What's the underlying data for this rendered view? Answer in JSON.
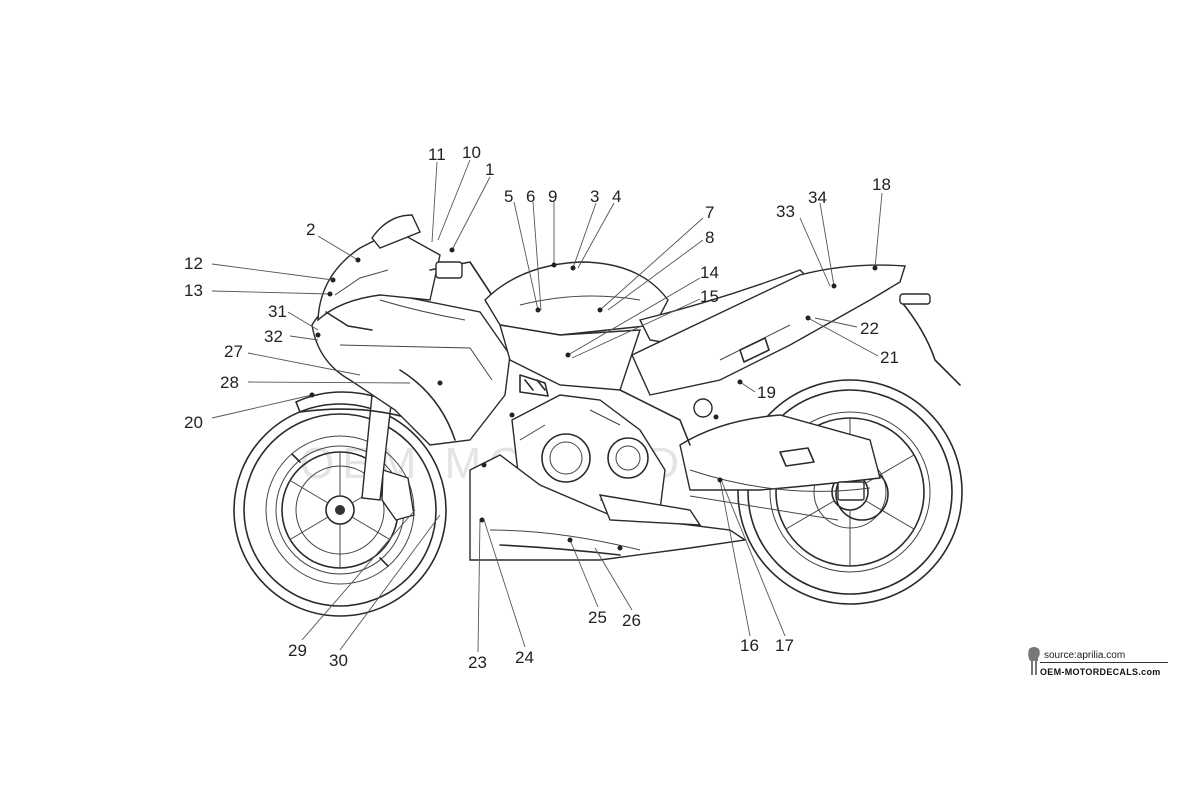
{
  "diagram": {
    "callouts": [
      "1",
      "2",
      "3",
      "4",
      "5",
      "6",
      "7",
      "8",
      "9",
      "10",
      "11",
      "12",
      "13",
      "14",
      "15",
      "16",
      "17",
      "18",
      "19",
      "20",
      "21",
      "22",
      "23",
      "24",
      "25",
      "26",
      "27",
      "28",
      "29",
      "30",
      "31",
      "32",
      "33",
      "34"
    ],
    "watermark": "OEM MOTORDECALS"
  },
  "footer": {
    "source": "source:aprilia.com",
    "brand": "OEM-MOTORDECALS.com"
  }
}
